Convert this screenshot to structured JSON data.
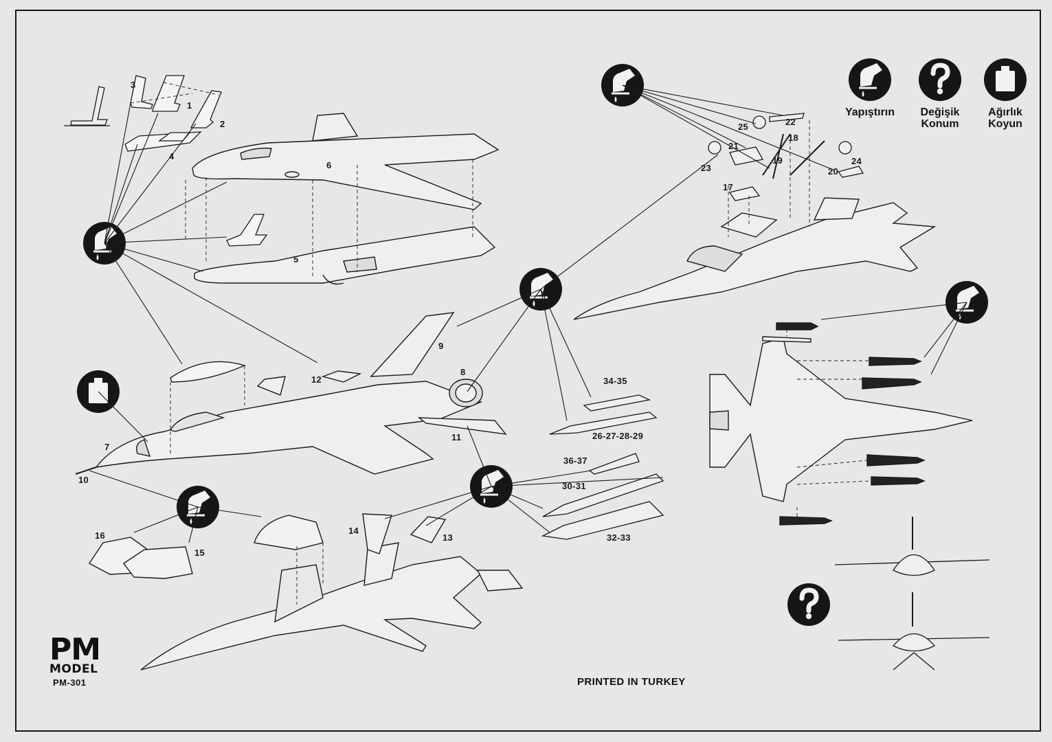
{
  "legend": {
    "glue": {
      "icon": "glue-drop-icon",
      "line1": "Yapıştırın"
    },
    "optional": {
      "icon": "question-mark-icon",
      "line1": "Değişik",
      "line2": "Konum"
    },
    "weight": {
      "icon": "weight-icon",
      "line1": "Ağırlık",
      "line2": "Koyun"
    }
  },
  "part_numbers": {
    "p1": "1",
    "p2": "2",
    "p3": "3",
    "p4": "4",
    "p5": "5",
    "p6": "6",
    "p7": "7",
    "p8": "8",
    "p9": "9",
    "p10": "10",
    "p11": "11",
    "p12": "12",
    "p13": "13",
    "p14": "14",
    "p15": "15",
    "p16": "16",
    "p17": "17",
    "p18": "18",
    "p19": "19",
    "p20": "20",
    "p21": "21",
    "p22": "22",
    "p23": "23",
    "p24": "24",
    "p25": "25",
    "p26_29": "26-27-28-29",
    "p30_31": "30-31",
    "p32_33": "32-33",
    "p34_35": "34-35",
    "p36_37": "36-37"
  },
  "brand": {
    "logo_text": "PM",
    "logo_sub": "MODEL",
    "code": "PM-301"
  },
  "footer": {
    "printed": "PRINTED IN TURKEY"
  },
  "colors": {
    "paper": "#e6e8e6",
    "ink": "#161616"
  }
}
